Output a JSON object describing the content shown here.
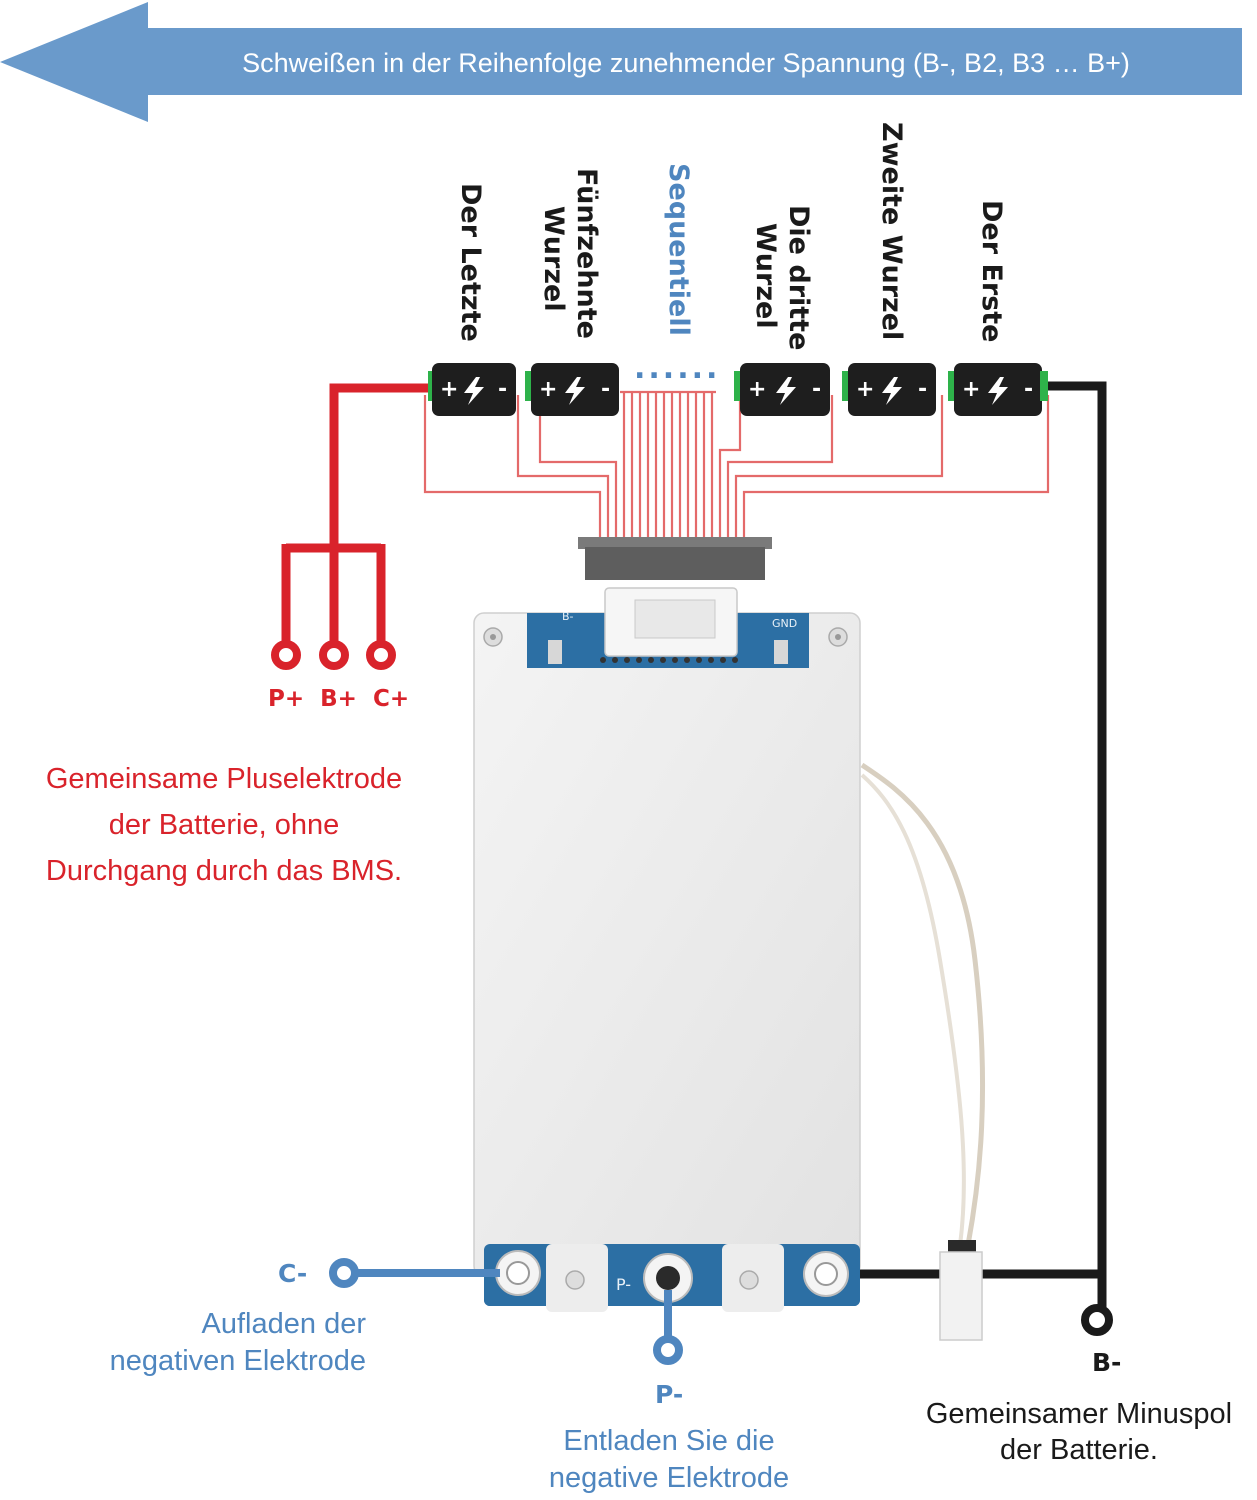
{
  "banner": {
    "text": "Schweißen in der Reihenfolge zunehmender Spannung (B-, B2, B3 … B+)",
    "color": "#6A9ACB"
  },
  "cells": [
    {
      "lines": [
        "Der Letzte"
      ]
    },
    {
      "lines": [
        "Fünfzehnte",
        "Wurzel"
      ]
    },
    {
      "lines": [
        "Sequentiell"
      ]
    },
    {
      "lines": [
        "Die dritte",
        "Wurzel"
      ]
    },
    {
      "lines": [
        "Zweite Wurzel"
      ]
    },
    {
      "lines": [
        "Der Erste"
      ]
    }
  ],
  "cell_symbol": {
    "plus": "+",
    "minus": "-"
  },
  "dots": "......",
  "positive": {
    "terminals": "P+  B+  C+",
    "description": [
      "Gemeinsame Pluselektrode",
      "der Batterie, ohne",
      "Durchgang durch das BMS."
    ]
  },
  "board": {
    "silk_bminus": "B-",
    "silk_gnd": "GND",
    "silk_pminus": "P-"
  },
  "c_minus": {
    "label": "C-",
    "description": [
      "Aufladen der",
      "negativen Elektrode"
    ]
  },
  "p_minus": {
    "label": "P-",
    "description": [
      "Entladen Sie die",
      "negative Elektrode"
    ]
  },
  "b_minus": {
    "label": "B-",
    "description": [
      "Gemeinsamer Minuspol",
      "der Batterie."
    ]
  },
  "colors": {
    "red": "#D9232B",
    "blue": "#4F86BF",
    "wire_pink": "#E46A6A",
    "black": "#1A1A1A",
    "board_blue": "#2C6FA4",
    "plate": "#EDEDED"
  }
}
